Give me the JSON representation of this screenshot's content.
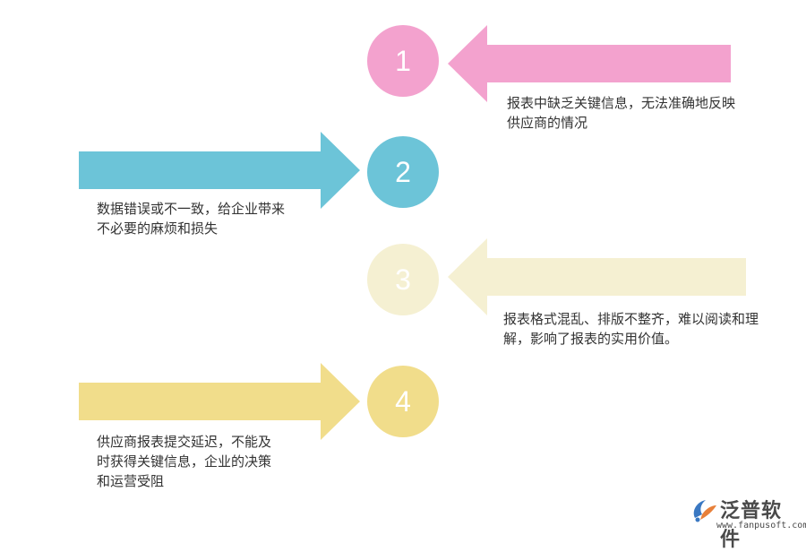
{
  "items": [
    {
      "number": "1",
      "text_line1": "报表中缺乏关键信息，无法准确地反映",
      "text_line2": "供应商的情况",
      "color": "#f3a2ce"
    },
    {
      "number": "2",
      "text_line1": "数据错误或不一致，给企业带来",
      "text_line2": "不必要的麻烦和损失",
      "color": "#6cc4d8"
    },
    {
      "number": "3",
      "text_line1": "报表格式混乱、排版不整齐，难以阅读和理",
      "text_line2": "解，影响了报表的实用价值。",
      "color": "#f5f0d2"
    },
    {
      "number": "4",
      "text_line1": "供应商报表提交延迟，不能及",
      "text_line2": "时获得关键信息，企业的决策",
      "text_line3": "和运营受阻",
      "color": "#f1dd8b"
    }
  ],
  "logo": {
    "name": "泛普软件",
    "url": "www.fanpusoft.com",
    "icon": "fanpu-logo-icon"
  }
}
